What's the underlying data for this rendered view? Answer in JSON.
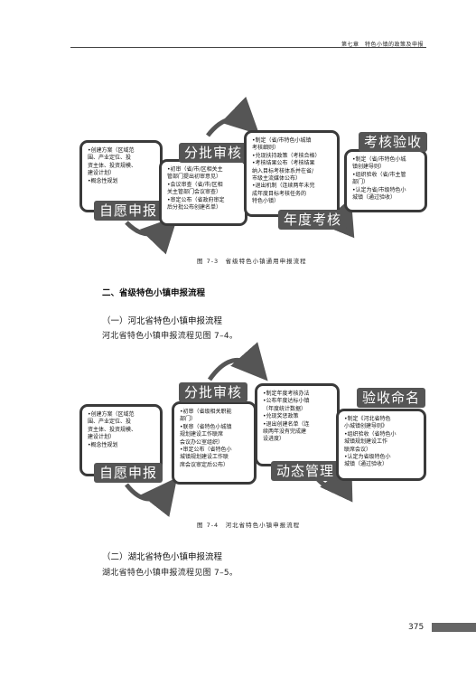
{
  "header": {
    "chapter": "第七章　特色小镇的政策及申报"
  },
  "fig3": {
    "boxes": [
      {
        "lines": [
          "•创建方案（区域范",
          "围、产业定位、投",
          "资主体、投资规模、",
          "建设计划）",
          "•概念性规划"
        ]
      },
      {
        "lines": [
          "•初审（省/市/区相关主",
          "管部门提出初审意见）",
          "•会议审查（省/市/区相",
          "关主管部门会议审查）",
          "•审定公布（省政府审定",
          "后分批公布创建名单）"
        ]
      },
      {
        "lines": [
          "•制定（省/市特色小城镇",
          "考核细则）",
          "•兑现扶持政策（考核合格）",
          "•考核结果公布（考核结果",
          "纳入目标考核体系并在省/",
          "市级主流媒体公布）",
          "•退出机制（连续两年未完",
          "成年度目标考核任务的",
          "特色小镇）"
        ]
      },
      {
        "lines": [
          "•制定（省/市特色小城",
          "镇创建导则）",
          "•组织验收（省/市主管",
          "部门）",
          "•认定为省/市级特色小",
          "城镇（通过验收）"
        ]
      }
    ],
    "tags": [
      "自愿申报",
      "分批审核",
      "年度考核",
      "考核验收"
    ],
    "caption": "图 7-3　省级特色小镇通用申报流程"
  },
  "section2": {
    "heading": "二、省级特色小镇申报流程",
    "sub1": "（一）河北省特色小镇申报流程",
    "para1": "河北省特色小镇申报流程见图 7–4。"
  },
  "fig4": {
    "boxes": [
      {
        "lines": [
          "•创建方案（区域范",
          "围、产业定位、投",
          "资主体、投资规模、",
          "建设计划）",
          "•概念性规划"
        ]
      },
      {
        "lines": [
          "•初审（省级相关职能",
          "部门）",
          "•联审（省特色小城镇",
          "规划建设工作联席",
          "会议办公室组织）",
          "•审定公布（省特色小",
          "城镇规划建设工作联",
          "席会议审定后公布）"
        ]
      },
      {
        "lines": [
          "•制定年度考核办法",
          "•公布年度达标小镇",
          "（年度统计数据）",
          "•兑现奖惩政策",
          "•退出创建名单（连",
          "续两年没有完成建",
          "设进度）"
        ]
      },
      {
        "lines": [
          "•制定《河北省特色",
          "小城镇创建导则》",
          "•组织验收（省特色小",
          "城镇规划建设工作",
          "联席会议）",
          "•认定为省级特色小",
          "城镇（通过验收）"
        ]
      }
    ],
    "tags": [
      "自愿申报",
      "分批审核",
      "动态管理",
      "验收命名"
    ],
    "caption": "图 7-4　河北省特色小镇申报流程"
  },
  "section3": {
    "sub2": "（二）湖北省特色小镇申报流程",
    "para2": "湖北省特色小镇申报流程见图 7–5。"
  },
  "footer": {
    "page": "375"
  }
}
